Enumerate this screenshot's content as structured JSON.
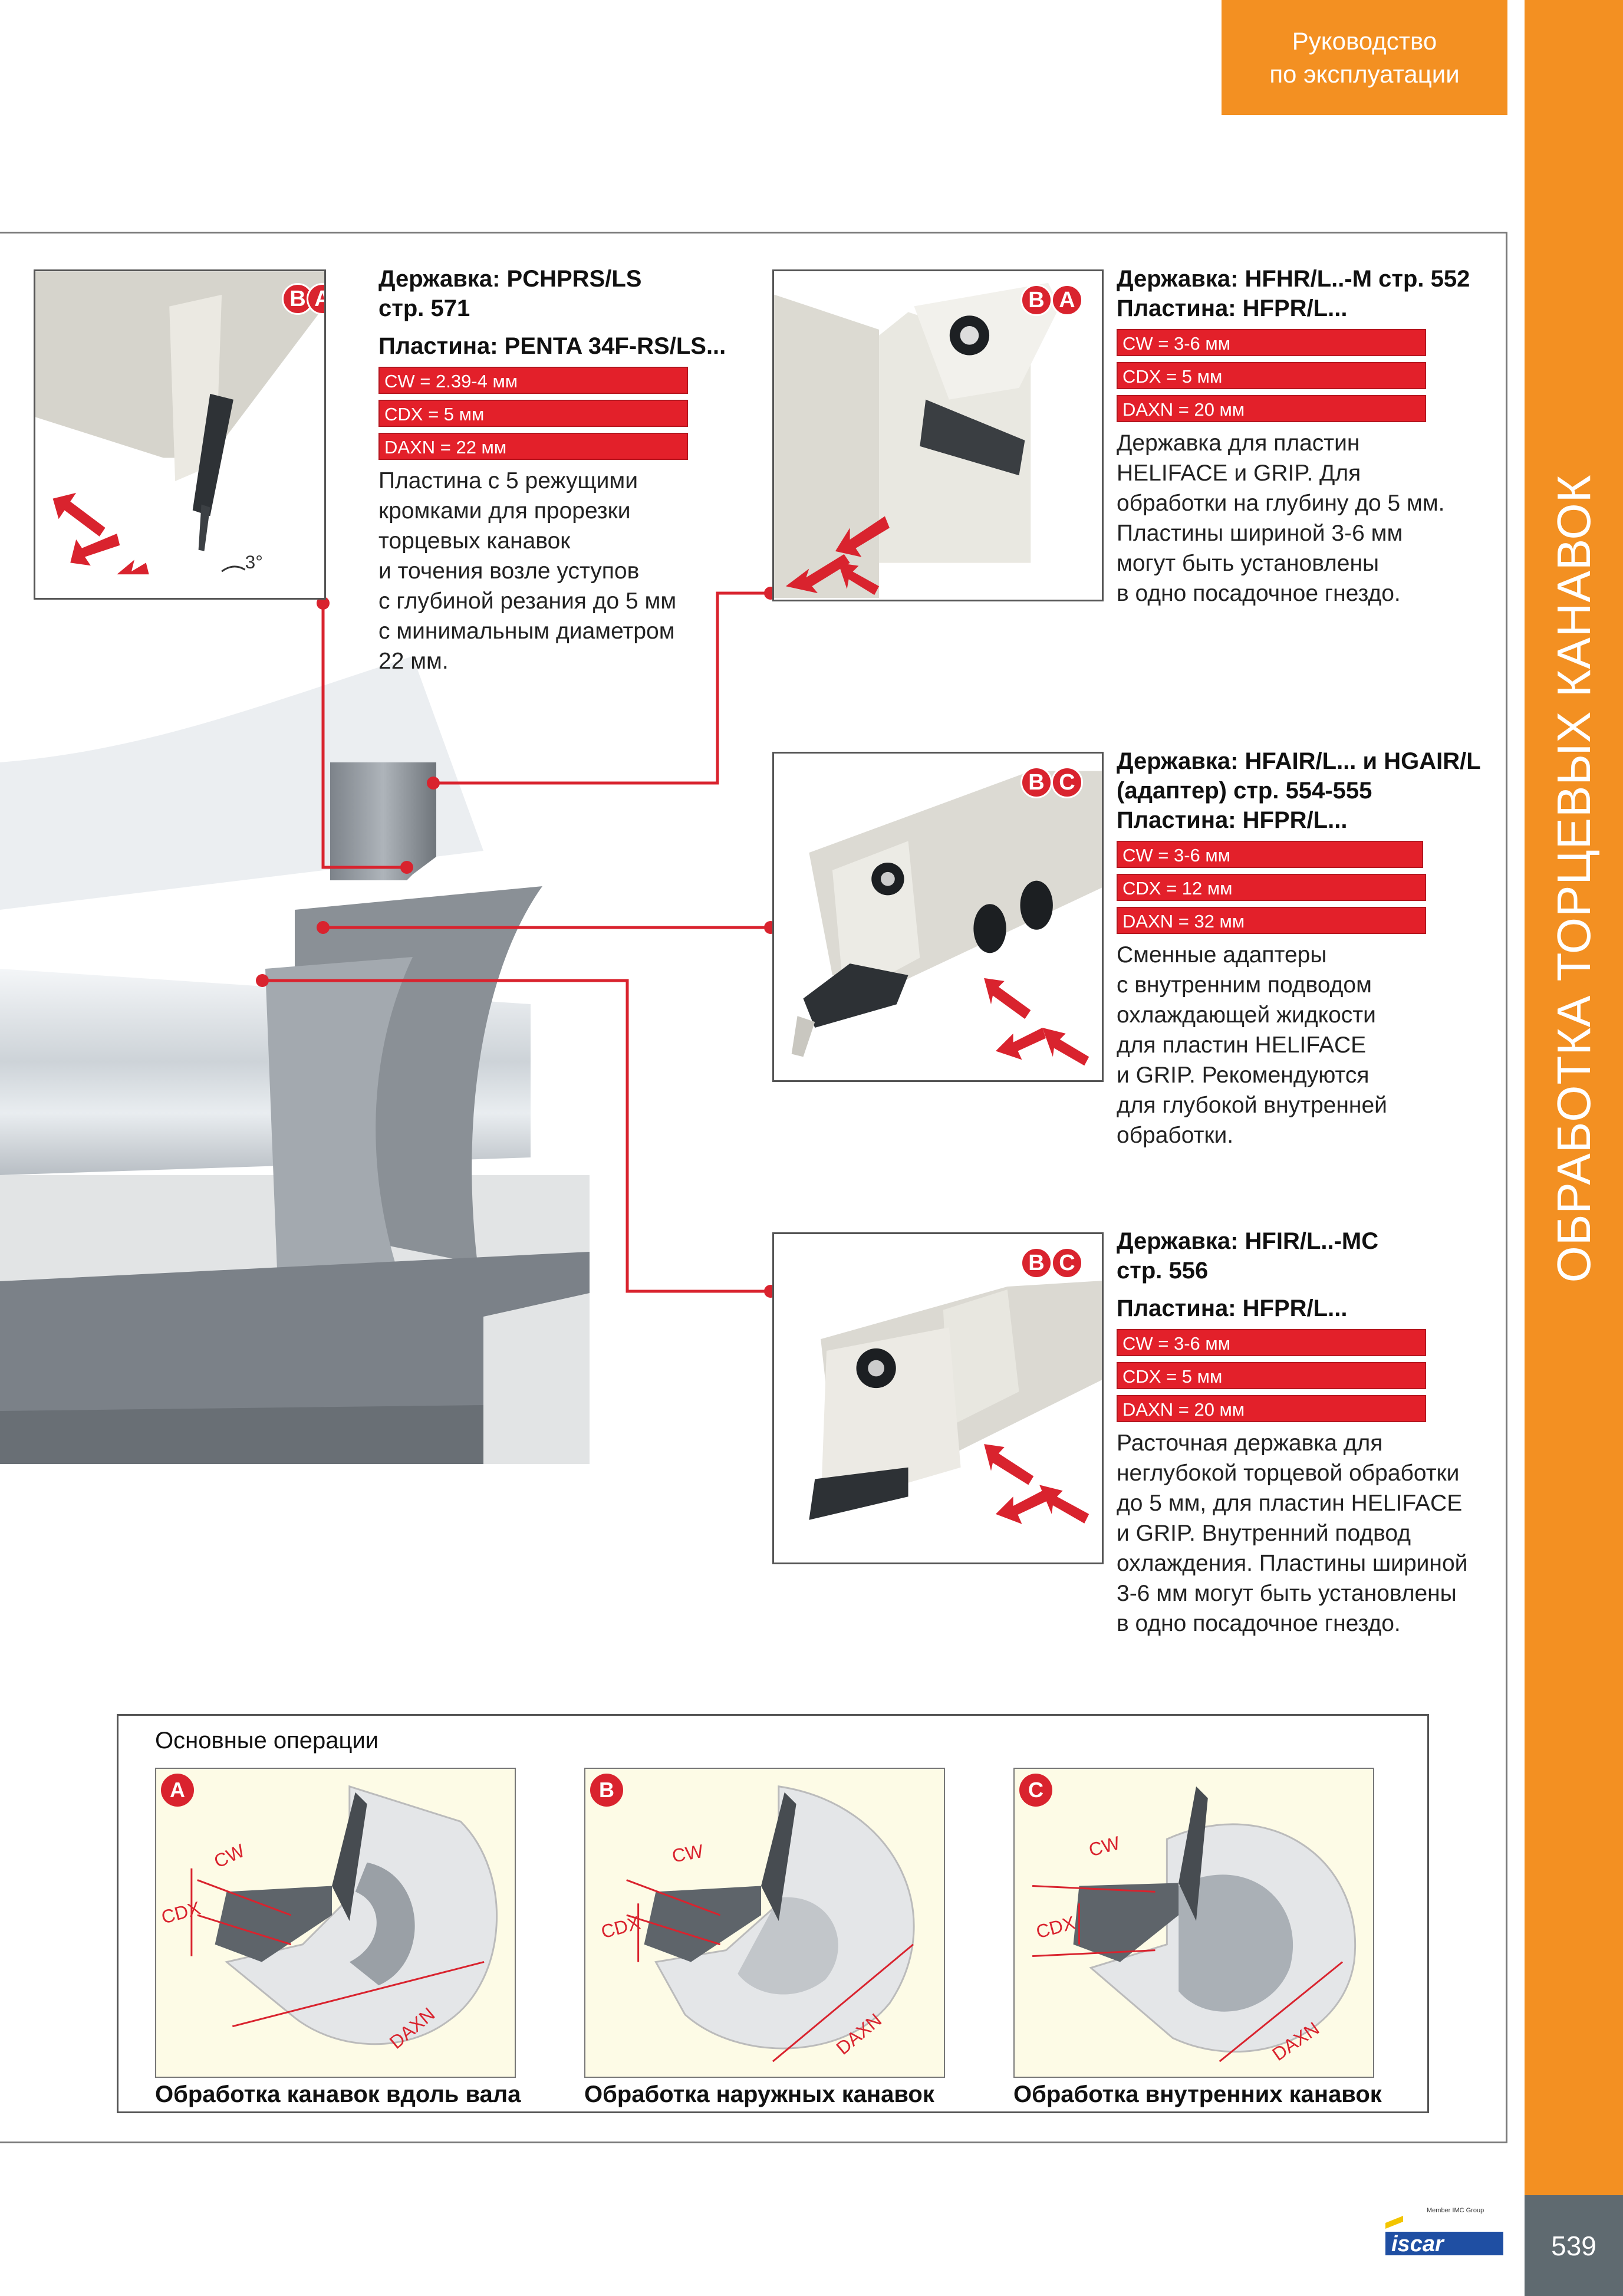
{
  "header": {
    "guide_line1": "Руководство",
    "guide_line2": "по эксплуатации"
  },
  "side_title": "ОБРАБОТКА ТОРЦЕВЫХ КАНАВОК",
  "page_number": "539",
  "logo": {
    "member_text": "Member IMC Group",
    "brand": "iscar"
  },
  "colors": {
    "accent": "#f39022",
    "red": "#e3202a",
    "gray": "#5f6a70"
  },
  "tools": [
    {
      "badges": [
        "B",
        "A"
      ],
      "holder": "Державка: PCHPRS/LS",
      "page": "стр. 571",
      "insert": "Пластина: PENTA 34F-RS/LS...",
      "specs": [
        "CW = 2.39-4 мм",
        "CDX = 5 мм",
        "DAXN = 22 мм"
      ],
      "description": [
        "Пластина с 5 режущими",
        "кромками для прорезки",
        "торцевых канавок",
        "и точения возле уступов",
        "с глубиной резания до 5 мм",
        "с минимальным диаметром",
        "22 мм."
      ],
      "angle_label": "3°"
    },
    {
      "badges": [
        "B",
        "A"
      ],
      "holder": "Державка: HFHR/L..-M стр. 552",
      "insert": "Пластина: HFPR/L...",
      "specs": [
        "CW = 3-6 мм",
        "CDX = 5 мм",
        "DAXN = 20 мм"
      ],
      "description": [
        "Державка для пластин",
        "HELIFACE и GRIP. Для",
        "обработки на глубину до 5 мм.",
        "Пластины шириной 3-6 мм",
        "могут быть установлены",
        "в одно посадочное гнездо."
      ]
    },
    {
      "badges": [
        "B",
        "C"
      ],
      "holder": "Державка: HFAIR/L... и HGAIR/L",
      "page": "(адаптер) стр. 554-555",
      "insert": "Пластина: HFPR/L...",
      "specs": [
        "CW = 3-6 мм",
        "CDX = 12 мм",
        "DAXN = 32 мм"
      ],
      "description": [
        "Сменные адаптеры",
        "с внутренним подводом",
        "охлаждающей жидкости",
        "для пластин HELIFACE",
        "и GRIP. Рекомендуются",
        "для глубокой внутренней",
        "обработки."
      ]
    },
    {
      "badges": [
        "B",
        "C"
      ],
      "holder": "Державка: HFIR/L..-MC",
      "page": "стр. 556",
      "insert": "Пластина: HFPR/L...",
      "specs": [
        "CW = 3-6 мм",
        "CDX = 5 мм",
        "DAXN = 20 мм"
      ],
      "description": [
        "Расточная державка для",
        "неглубокой торцевой обработки",
        "до 5 мм, для пластин HELIFACE",
        "и GRIP. Внутренний подвод",
        "охлаждения. Пластины шириной",
        "3-6 мм могут быть установлены",
        " в  одно посадочное гнездо."
      ]
    }
  ],
  "operations": {
    "title": "Основные операции",
    "items": [
      {
        "badge": "A",
        "caption": "Обработка канавок вдоль вала",
        "labels": [
          "CW",
          "CDX",
          "DAXN"
        ]
      },
      {
        "badge": "B",
        "caption": "Обработка наружных канавок",
        "labels": [
          "CW",
          "CDX",
          "DAXN"
        ]
      },
      {
        "badge": "C",
        "caption": "Обработка внутренних канавок",
        "labels": [
          "CW",
          "CDX",
          "DAXN"
        ]
      }
    ]
  }
}
